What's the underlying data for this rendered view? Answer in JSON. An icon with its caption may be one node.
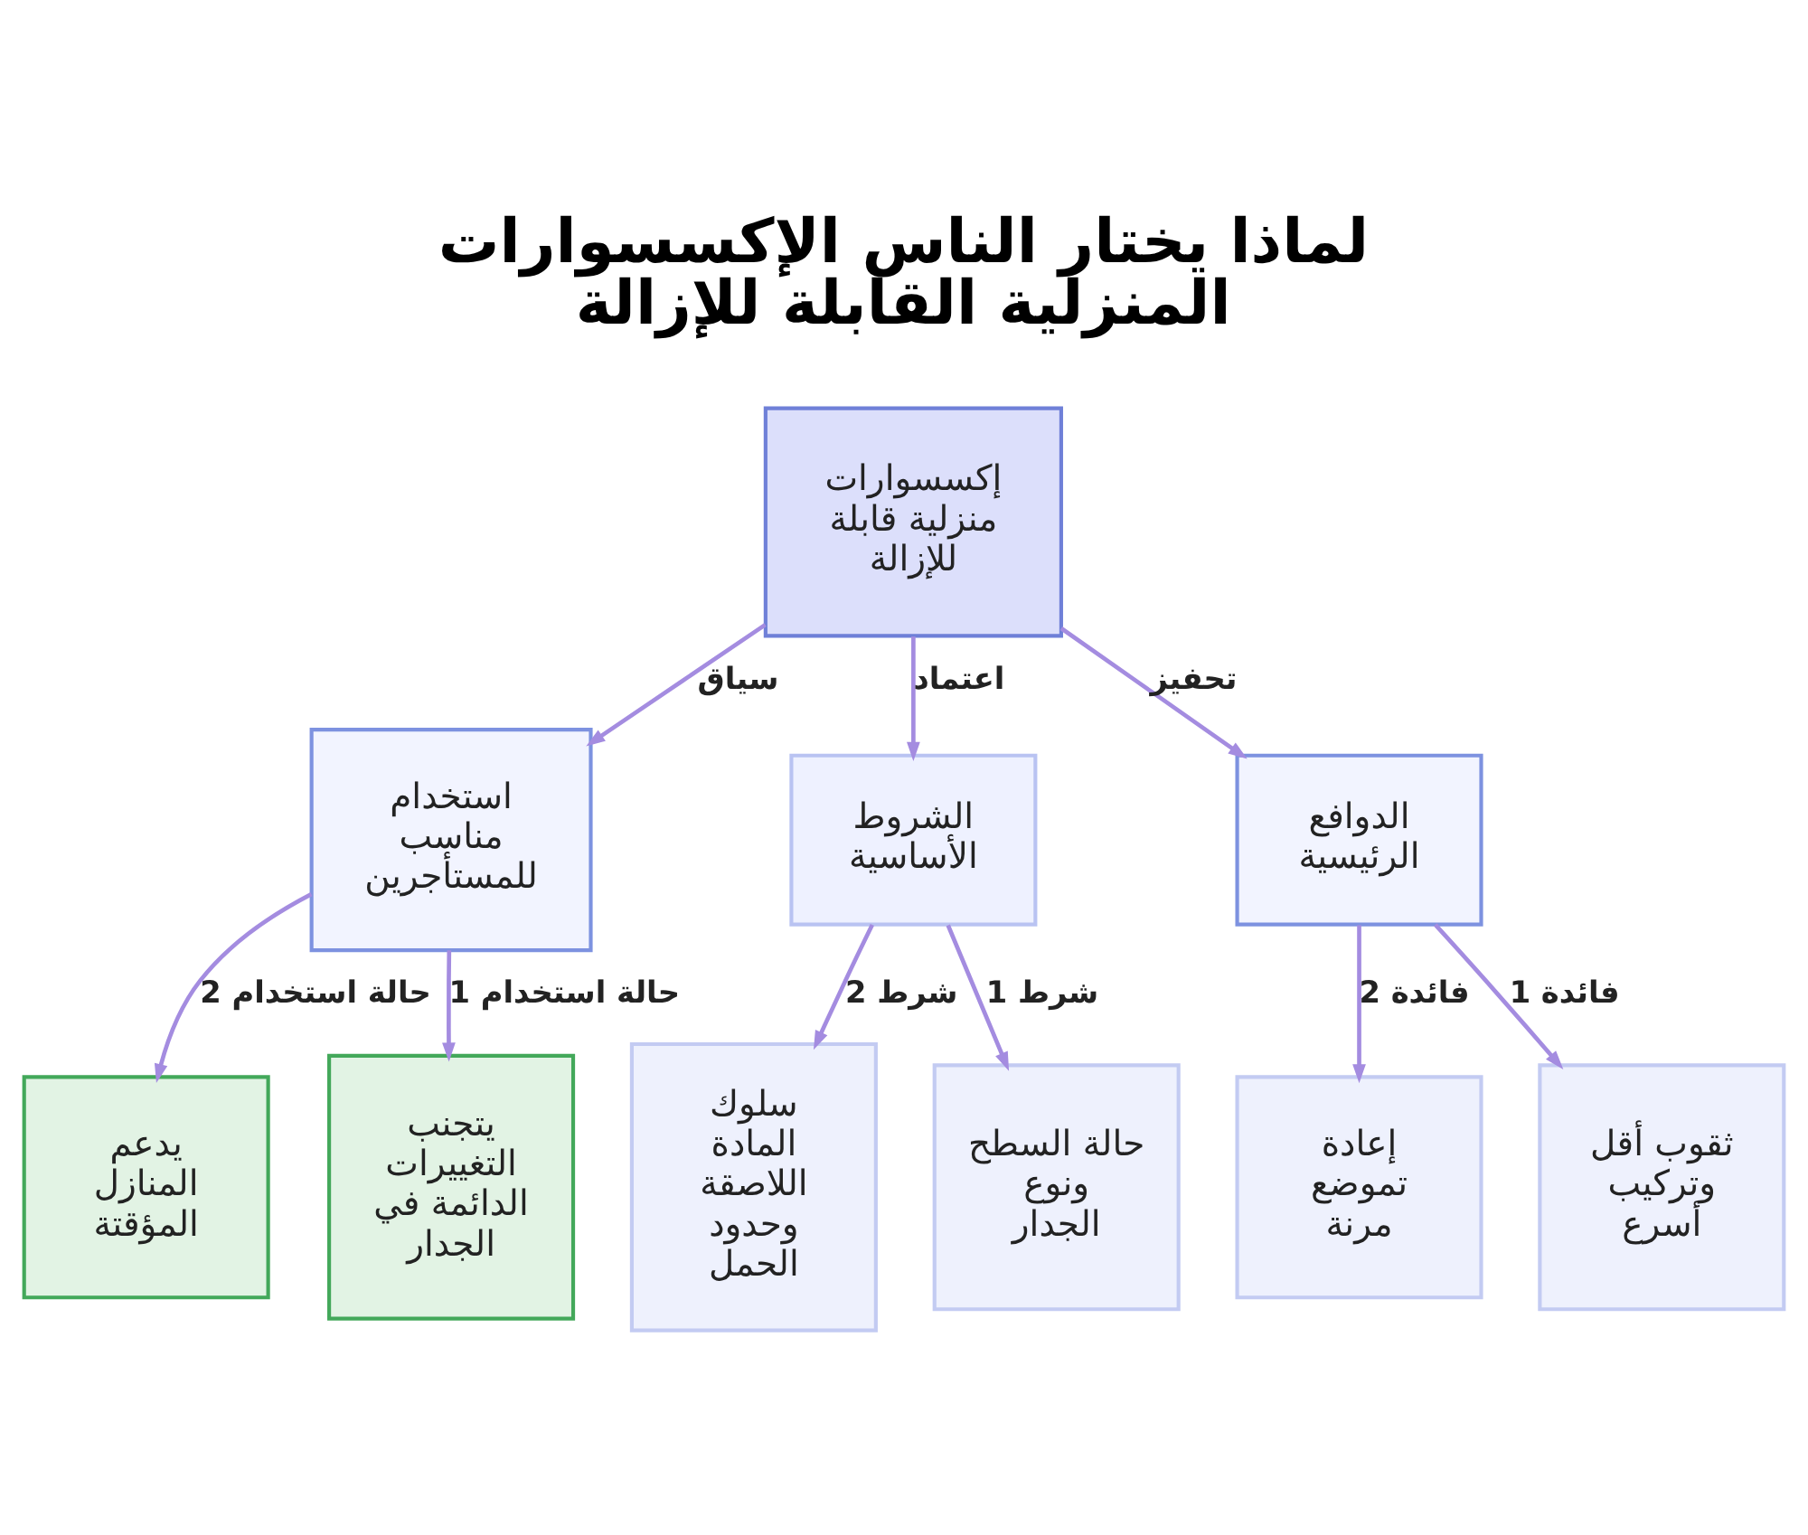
{
  "diagram": {
    "title": "لماذا يختار الناس الإكسسوارات المنزلية القابلة للإزالة",
    "nodes": [
      {
        "text": [
          "إكسسوارات منزلية قابلة للإزالة"
        ]
      },
      {
        "text": [
          "الدوافع الرئيسية"
        ]
      },
      {
        "text": [
          "الشروط الأساسية"
        ]
      },
      {
        "text": [
          "استخدام مناسب للمستأجرين"
        ]
      },
      {
        "text": [
          "ثقوب أقل وتركيب أسرع"
        ]
      },
      {
        "text": [
          "إعادة تموضع مرنة"
        ]
      },
      {
        "text": [
          "حالة السطح ونوع الجدار"
        ]
      },
      {
        "text": [
          "سلوك المادة اللاصقة وحدود الحمل"
        ]
      },
      {
        "text": [
          "يتجنب التغييرات الدائمة في الجدار"
        ]
      },
      {
        "text": [
          "يدعم المنازل المؤقتة"
        ]
      }
    ],
    "edges": [
      {
        "from": 0,
        "to": 1,
        "arrow": "to",
        "label": "تحفيز"
      },
      {
        "from": 0,
        "to": 2,
        "arrow": "to",
        "label": "اعتماد"
      },
      {
        "from": 0,
        "to": 3,
        "arrow": "to",
        "label": "سياق"
      },
      {
        "from": 1,
        "to": 4,
        "arrow": "to",
        "label": "فائدة 1"
      },
      {
        "from": 1,
        "to": 5,
        "arrow": "to",
        "label": "فائدة 2"
      },
      {
        "from": 2,
        "to": 6,
        "arrow": "to",
        "label": "شرط 1"
      },
      {
        "from": 2,
        "to": 7,
        "arrow": "to",
        "label": "شرط 2"
      },
      {
        "from": 3,
        "to": 8,
        "arrow": "to",
        "label": "حالة استخدام 1"
      },
      {
        "from": 3,
        "to": 9,
        "arrow": "to",
        "label": "حالة استخدام 2"
      }
    ]
  }
}
